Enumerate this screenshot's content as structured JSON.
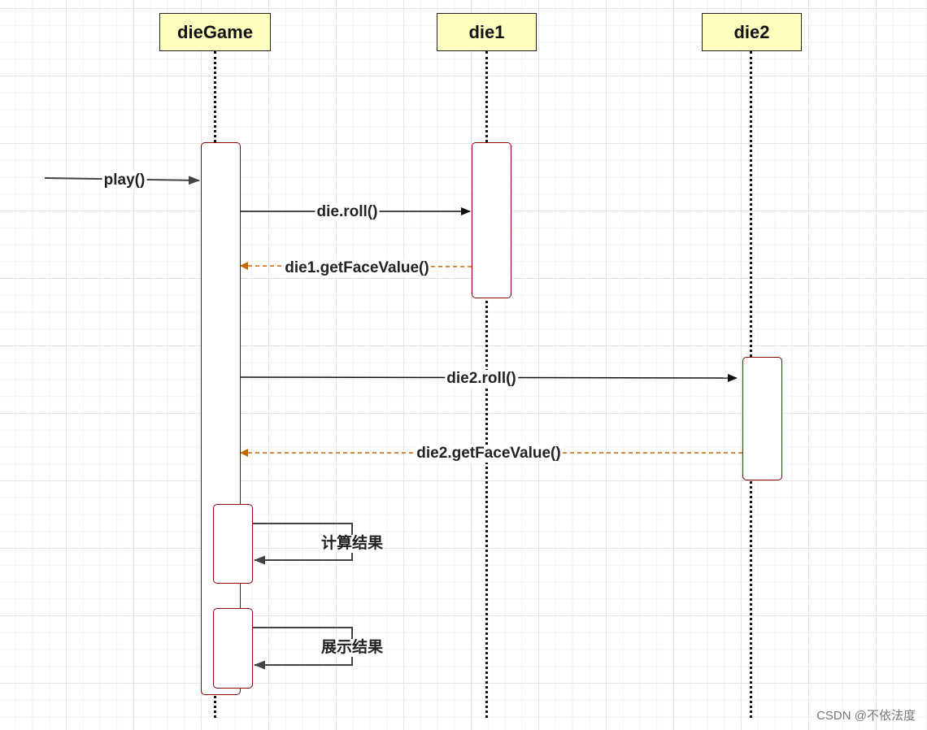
{
  "lifelines": [
    {
      "id": "dieGame",
      "label": "dieGame"
    },
    {
      "id": "die1",
      "label": "die1"
    },
    {
      "id": "die2",
      "label": "die2"
    }
  ],
  "messages": {
    "play": {
      "label": "play()",
      "kind": "sync"
    },
    "die_roll": {
      "label": "die.roll()",
      "kind": "sync"
    },
    "die1_face": {
      "label": "die1.getFaceValue()",
      "kind": "return"
    },
    "die2_roll": {
      "label": "die2.roll()",
      "kind": "sync"
    },
    "die2_face": {
      "label": "die2.getFaceValue()",
      "kind": "return"
    },
    "compute": {
      "label": "计算结果",
      "kind": "self"
    },
    "display": {
      "label": "展示结果",
      "kind": "self"
    }
  },
  "colors": {
    "head_fill": "#ffffc0",
    "activation_border": "#8b0000",
    "return_arrow": "#c86400",
    "sync_arrow": "#111111"
  },
  "watermark": "CSDN @不依法度"
}
